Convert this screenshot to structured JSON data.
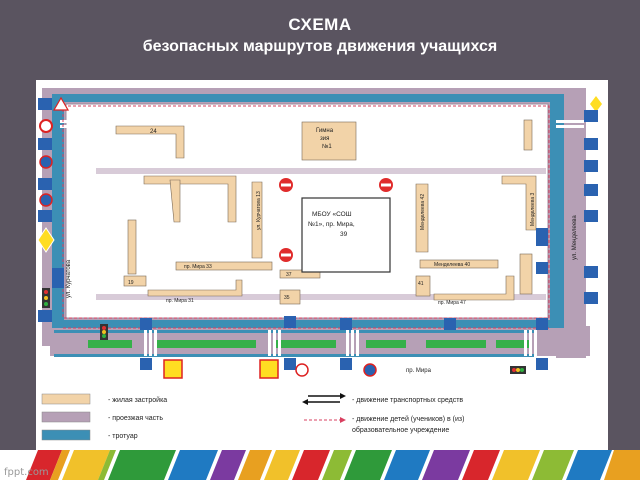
{
  "title": {
    "line1": "СХЕМА",
    "line2": "безопасных маршрутов движения учащихся"
  },
  "buildings": {
    "b24": "24",
    "gym_l1": "Гимна",
    "gym_l2": "зия",
    "gym_l3": "№1",
    "school_l1": "МБОУ «СОШ",
    "school_l2": "№1», пр. Мира,",
    "school_l3": "39",
    "pm33": "пр. Мира 33",
    "b37": "37",
    "b19": "19",
    "pm31": "пр. Мира 31",
    "b35": "35",
    "b41": "41",
    "mend40": "Менделеева 40",
    "pm47": "пр. Мира 47",
    "mend42": "Менделеева 42",
    "mend3x": "Менделеева 3",
    "kurch13": "ул. Курчатова 13"
  },
  "streets": {
    "mira": "пр. Мира",
    "mendeleeva": "ул. Менделеева",
    "kurchatova": "ул. Курчатова"
  },
  "legend": {
    "housing": "- жилая застройка",
    "roadway": "- проезжая часть",
    "sidewalk": "- тротуар",
    "traffic": "- движение транспортных средств",
    "children_l1": "- движение детей (учеников) в (из)",
    "children_l2": "образовательное учреждение"
  },
  "colors": {
    "housing": "#f2d3a8",
    "roadway": "#b6a0b6",
    "sidewalk": "#3c8fb5",
    "lawn": "#36b04a",
    "route": "#d94060"
  },
  "footer": {
    "brand": "fppt.com"
  }
}
